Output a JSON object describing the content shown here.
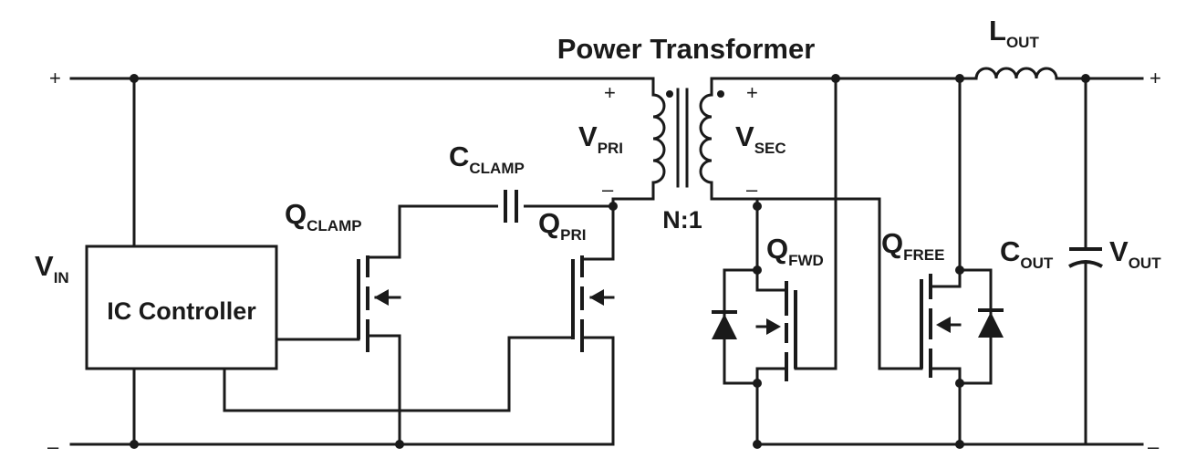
{
  "title": "Power Transformer",
  "controller": "IC Controller",
  "labels": {
    "vin": {
      "main": "V",
      "sub": "IN"
    },
    "vout": {
      "main": "V",
      "sub": "OUT"
    },
    "vpri": {
      "main": "V",
      "sub": "PRI"
    },
    "vsec": {
      "main": "V",
      "sub": "SEC"
    },
    "cclamp": {
      "main": "C",
      "sub": "CLAMP"
    },
    "qclamp": {
      "main": "Q",
      "sub": "CLAMP"
    },
    "qpri": {
      "main": "Q",
      "sub": "PRI"
    },
    "qfwd": {
      "main": "Q",
      "sub": "FWD"
    },
    "qfree": {
      "main": "Q",
      "sub": "FREE"
    },
    "lout": {
      "main": "L",
      "sub": "OUT"
    },
    "cout": {
      "main": "C",
      "sub": "OUT"
    }
  },
  "ratio": "N:1",
  "signs": {
    "plus": "+",
    "minus": "–"
  }
}
